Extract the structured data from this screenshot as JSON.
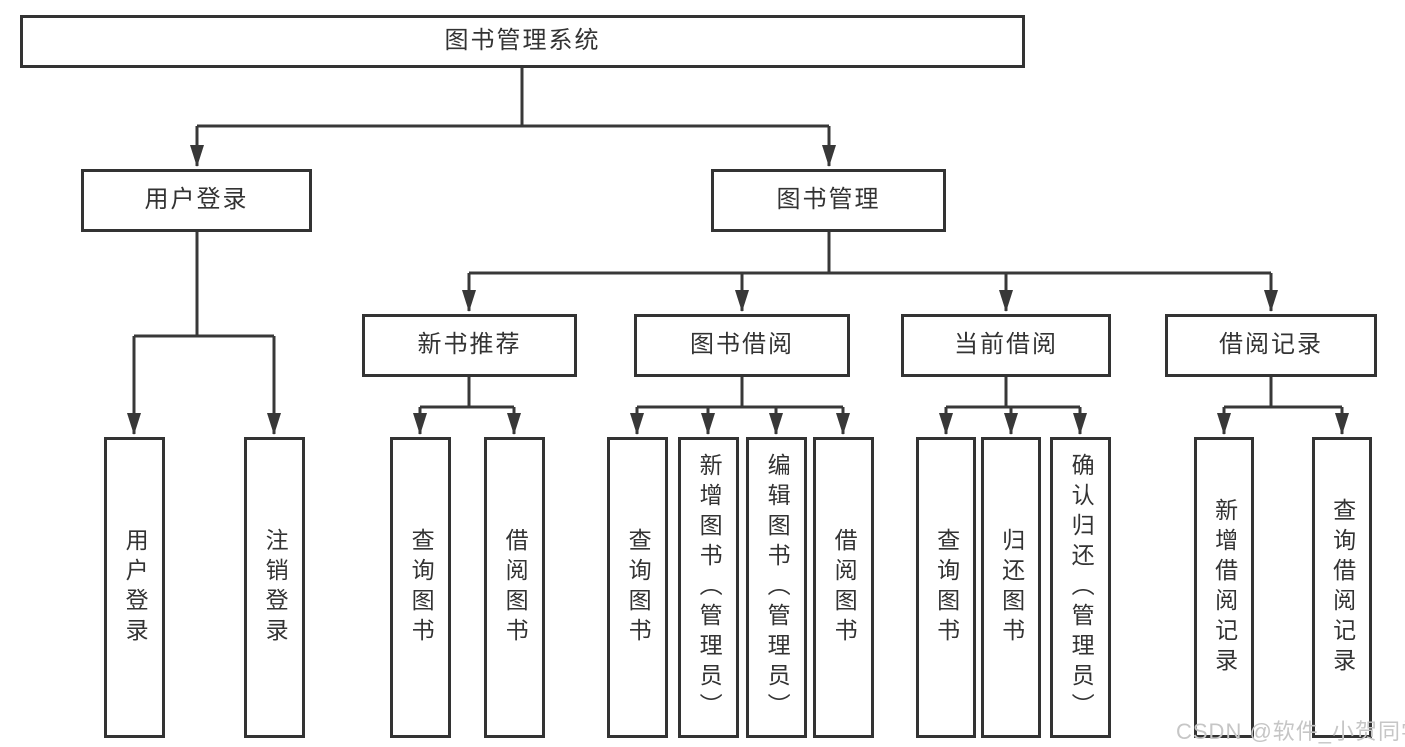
{
  "root": {
    "label": "图书管理系统",
    "children": [
      {
        "label": "用户登录",
        "children": [
          {
            "label": "用户登录"
          },
          {
            "label": "注销登录"
          }
        ]
      },
      {
        "label": "图书管理",
        "children": [
          {
            "label": "新书推荐",
            "children": [
              {
                "label": "查询图书"
              },
              {
                "label": "借阅图书"
              }
            ]
          },
          {
            "label": "图书借阅",
            "children": [
              {
                "label": "查询图书"
              },
              {
                "label": "新增图书（管理员）"
              },
              {
                "label": "编辑图书（管理员）"
              },
              {
                "label": "借阅图书"
              }
            ]
          },
          {
            "label": "当前借阅",
            "children": [
              {
                "label": "查询图书"
              },
              {
                "label": "归还图书"
              },
              {
                "label": "确认归还（管理员）"
              }
            ]
          },
          {
            "label": "借阅记录",
            "children": [
              {
                "label": "新增借阅记录"
              },
              {
                "label": "查询借阅记录"
              }
            ]
          }
        ]
      }
    ]
  },
  "watermark": "CSDN @软件_小贺同学",
  "colors": {
    "line": "#383838",
    "border": "#333333",
    "text": "#333333",
    "watermark": "#c6c6c6",
    "background": "#ffffff"
  }
}
